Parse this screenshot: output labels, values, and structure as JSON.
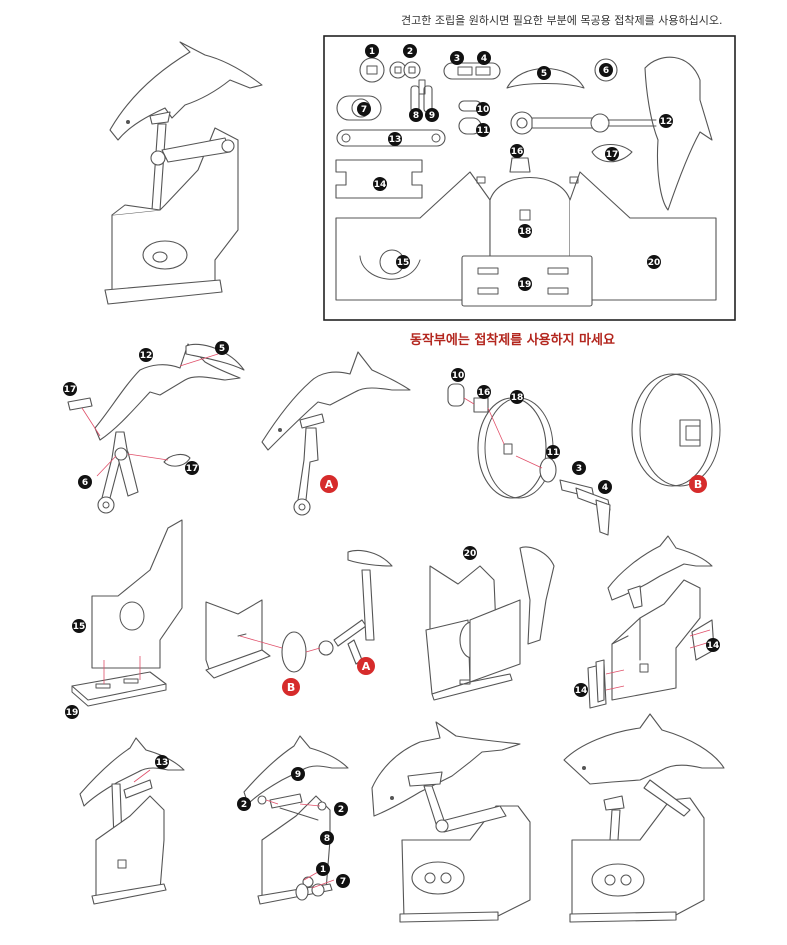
{
  "header": {
    "glue_note": "견고한 조립을 원하시면 필요한 부분에 목공용 접착제를 사용하십시오."
  },
  "warning": {
    "no_glue_moving_parts": "동작부에는 접착제를 사용하지 마세요"
  },
  "sheet": {
    "part_numbers": [
      "1",
      "2",
      "3",
      "4",
      "5",
      "6",
      "7",
      "8",
      "9",
      "10",
      "11",
      "12",
      "13",
      "14",
      "15",
      "16",
      "17",
      "18",
      "19",
      "20"
    ]
  },
  "steps": {
    "step1_parts": [
      "12",
      "5",
      "17",
      "6",
      "17"
    ],
    "step3_parts": [
      "10",
      "16",
      "18",
      "11",
      "3",
      "4"
    ],
    "step5_parts": [
      "15",
      "19"
    ],
    "step7_parts": [
      "20"
    ],
    "step8_parts": [
      "14",
      "14"
    ],
    "step9_parts": [
      "13"
    ],
    "step10_parts": [
      "9",
      "2",
      "2",
      "8",
      "1",
      "7"
    ]
  },
  "markers": {
    "sub_a": "A",
    "sub_b": "B"
  }
}
